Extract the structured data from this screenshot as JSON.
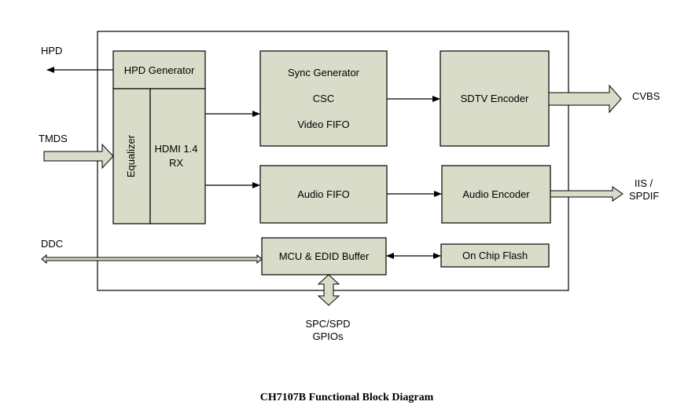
{
  "diagram": {
    "blocks": {
      "hpd_generator": "HPD Generator",
      "equalizer": "Equalizer",
      "hdmi_rx_line1": "HDMI 1.4",
      "hdmi_rx_line2": "RX",
      "sync_generator": "Sync Generator",
      "csc": "CSC",
      "video_fifo": "Video FIFO",
      "sdtv_encoder": "SDTV Encoder",
      "audio_fifo": "Audio FIFO",
      "audio_encoder": "Audio Encoder",
      "mcu_edid": "MCU & EDID Buffer",
      "on_chip_flash": "On Chip Flash"
    },
    "signals": {
      "hpd": "HPD",
      "tmds": "TMDS",
      "ddc": "DDC",
      "cvbs": "CVBS",
      "iis_line1": "IIS /",
      "iis_line2": "SPDIF",
      "spc_line1": "SPC/SPD",
      "spc_line2": "GPIOs"
    },
    "caption": "CH7107B Functional Block Diagram"
  }
}
